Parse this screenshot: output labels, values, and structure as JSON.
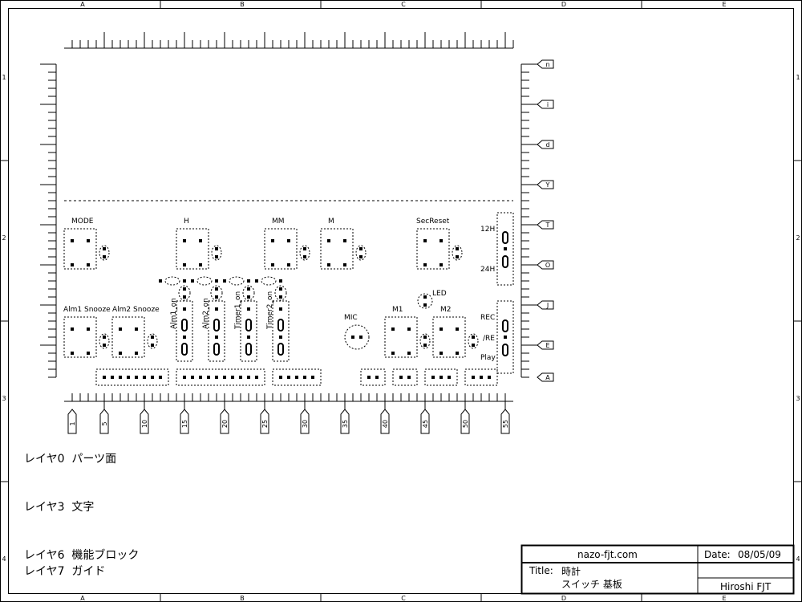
{
  "border": {
    "col_letters": [
      "A",
      "B",
      "C",
      "D",
      "E"
    ],
    "row_numbers": [
      "1",
      "2",
      "3",
      "4"
    ]
  },
  "right_tags": [
    "n",
    "i",
    "d",
    "Y",
    "T",
    "O",
    "J",
    "E",
    "A"
  ],
  "bottom_tags": [
    "1",
    "5",
    "10",
    "15",
    "20",
    "25",
    "30",
    "35",
    "40",
    "45",
    "50",
    "55"
  ],
  "parts": {
    "mode": "MODE",
    "h": "H",
    "mm": "MM",
    "m": "M",
    "secreset": "SecReset",
    "h12": "12H",
    "h24": "24H",
    "led": "LED",
    "mic": "MIC",
    "m1": "M1",
    "m2": "M2",
    "rec": "REC",
    "re": "/RE",
    "play": "Play",
    "alm1_snooze": "Alm1 Snooze",
    "alm2_snooze": "Alm2 Snooze",
    "alm1_on": "Alm1_on",
    "alm2_on": "Alm2_on",
    "timer1_on": "Timer1_on",
    "timer2_on": "Timer2_on"
  },
  "layers": [
    "レイヤ0  パーツ面",
    "レイヤ3  文字",
    "レイヤ6  機能ブロック",
    "レイヤ7  ガイド"
  ],
  "title_block": {
    "site": "nazo-fjt.com",
    "date_label": "Date:",
    "date": "08/05/09",
    "title_label": "Title:",
    "title_line1": "時計",
    "title_line2": "スイッチ 基板",
    "author": "Hiroshi FJT"
  }
}
